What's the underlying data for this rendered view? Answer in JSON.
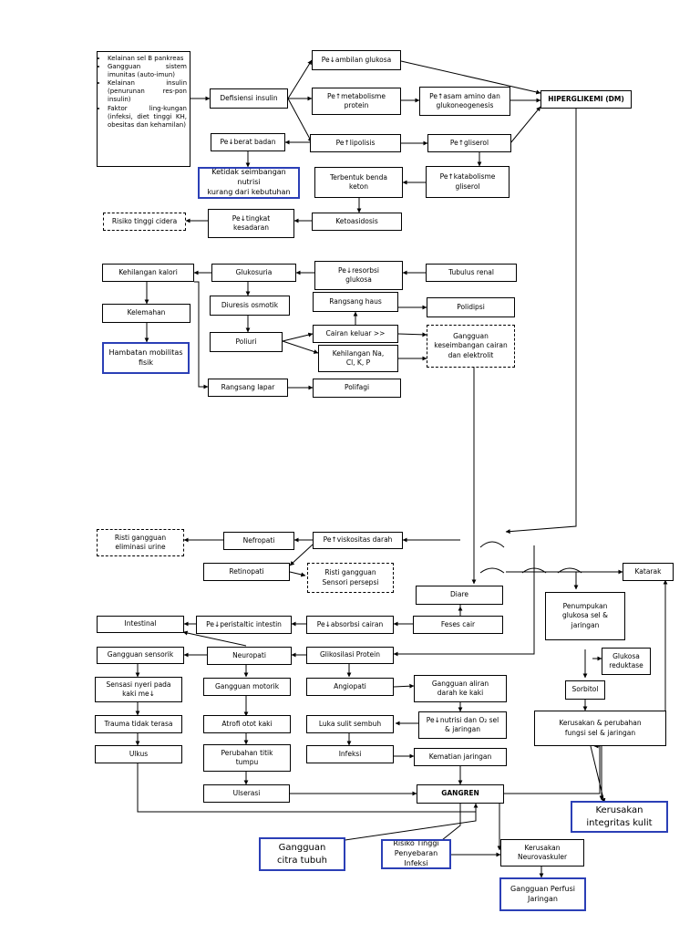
{
  "diagram": {
    "risk_factors": [
      "Kelainan sel B pankreas",
      "Gangguan sistem imunitas (auto-imun)",
      "Kelainan insulin (penurunan res-pon insulin)",
      "Faktor ling-kungan (infeksi, diet tinggi KH, obesitas dan kehamilan)"
    ],
    "nodes": {
      "defisiensi_insulin": "Defisiensi insulin",
      "ambilan_glukosa": "Pe↓ambilan glukosa",
      "metabolisme_protein": "Pe↑metabolisme\nprotein",
      "asam_amino": "Pe↑asam amino dan\nglukoneogenesis",
      "hiperglikemi": "HIPERGLIKEMI (DM)",
      "berat_badan": "Pe↓berat badan",
      "lipolisis": "Pe↑lipolisis",
      "gliserol": "Pe↑gliserol",
      "nutrisi": "Ketidak seimbangan nutrisi\nkurang dari kebutuhan",
      "benda_keton": "Terbentuk benda\nketon",
      "katabolisme_gliserol": "Pe↑katabolisme\ngliserol",
      "risiko_cidera": "Risiko tinggi cidera",
      "tingkat_kesadaran": "Pe↓tingkat\nkesadaran",
      "ketoasidosis": "Ketoasidosis",
      "kehilangan_kalori": "Kehilangan kalori",
      "glukosuria": "Glukosuria",
      "resorbsi_glukosa": "Pe↓resorbsi\nglukosa",
      "tubulus_renal": "Tubulus renal",
      "diuresis_osmotik": "Diuresis osmotik",
      "rangsang_haus": "Rangsang haus",
      "polidipsi": "Polidipsi",
      "kelemahan": "Kelemahan",
      "poliuri": "Poliuri",
      "cairan_keluar": "Cairan keluar >>",
      "keseimbangan_cairan": "Gangguan\nkeseimbangan cairan\ndan elektrolit",
      "kehilangan_elektrolit": "Kehilangan Na,\nCl, K, P",
      "mobilitas_fisik": "Hambatan mobilitas\nfisik",
      "rangsang_lapar": "Rangsang lapar",
      "polifagi": "Polifagi",
      "eliminasi_urine": "Risti gangguan\neliminasi urine",
      "nefropati": "Nefropati",
      "viskositas_darah": "Pe↑viskositas darah",
      "retinopati": "Retinopati",
      "sensori_persepsi": "Risti gangguan\nSensori persepsi",
      "katarak": "Katarak",
      "diare": "Diare",
      "penumpukan_glukosa": "Penumpukan\nglukosa sel &\njaringan",
      "intestinal": "Intestinal",
      "peristaltic_intestin": "Pe↓peristaltic intestin",
      "absorbsi_cairan": "Pe↓absorbsi cairan",
      "feses_cair": "Feses cair",
      "glukosa_reduktase": "Glukosa\nreduktase",
      "gangguan_sensorik": "Gangguan sensorik",
      "neuropati": "Neuropati",
      "glikosilasi_protein": "Glikosilasi Protein",
      "sorbitol": "Sorbitol",
      "sensasi_nyeri": "Sensasi nyeri pada\nkaki me↓",
      "gangguan_motorik": "Gangguan motorik",
      "angiopati": "Angiopati",
      "aliran_darah": "Gangguan aliran\ndarah ke kaki",
      "kerusakan_fungsi": "Kerusakan & perubahan\nfungsi sel & jaringan",
      "trauma": "Trauma tidak terasa",
      "atrofi": "Atrofi otot kaki",
      "luka_sulit": "Luka sulit sembuh",
      "nutrisi_o2": "Pe↓nutrisi dan O₂ sel\n& jaringan",
      "ulkus": "Ulkus",
      "perubahan_titik_tumpu": "Perubahan titik\ntumpu",
      "infeksi": "Infeksi",
      "kematian_jaringan": "Kematian jaringan",
      "ulserasi": "Ulserasi",
      "gangren": "GANGREN",
      "integritas_kulit": "Kerusakan\nintegritas kulit",
      "citra_tubuh": "Gangguan\ncitra tubuh",
      "penyebaran_infeksi": "Risiko Tinggi\nPenyebaran Infeksi",
      "neurovaskuler": "Kerusakan\nNeurovaskuler",
      "perfusi_jaringan": "Gangguan Perfusi\nJaringan"
    }
  },
  "colors": {
    "line": "#000000",
    "diagnosis_border": "#2b3fb6",
    "background": "#ffffff"
  }
}
